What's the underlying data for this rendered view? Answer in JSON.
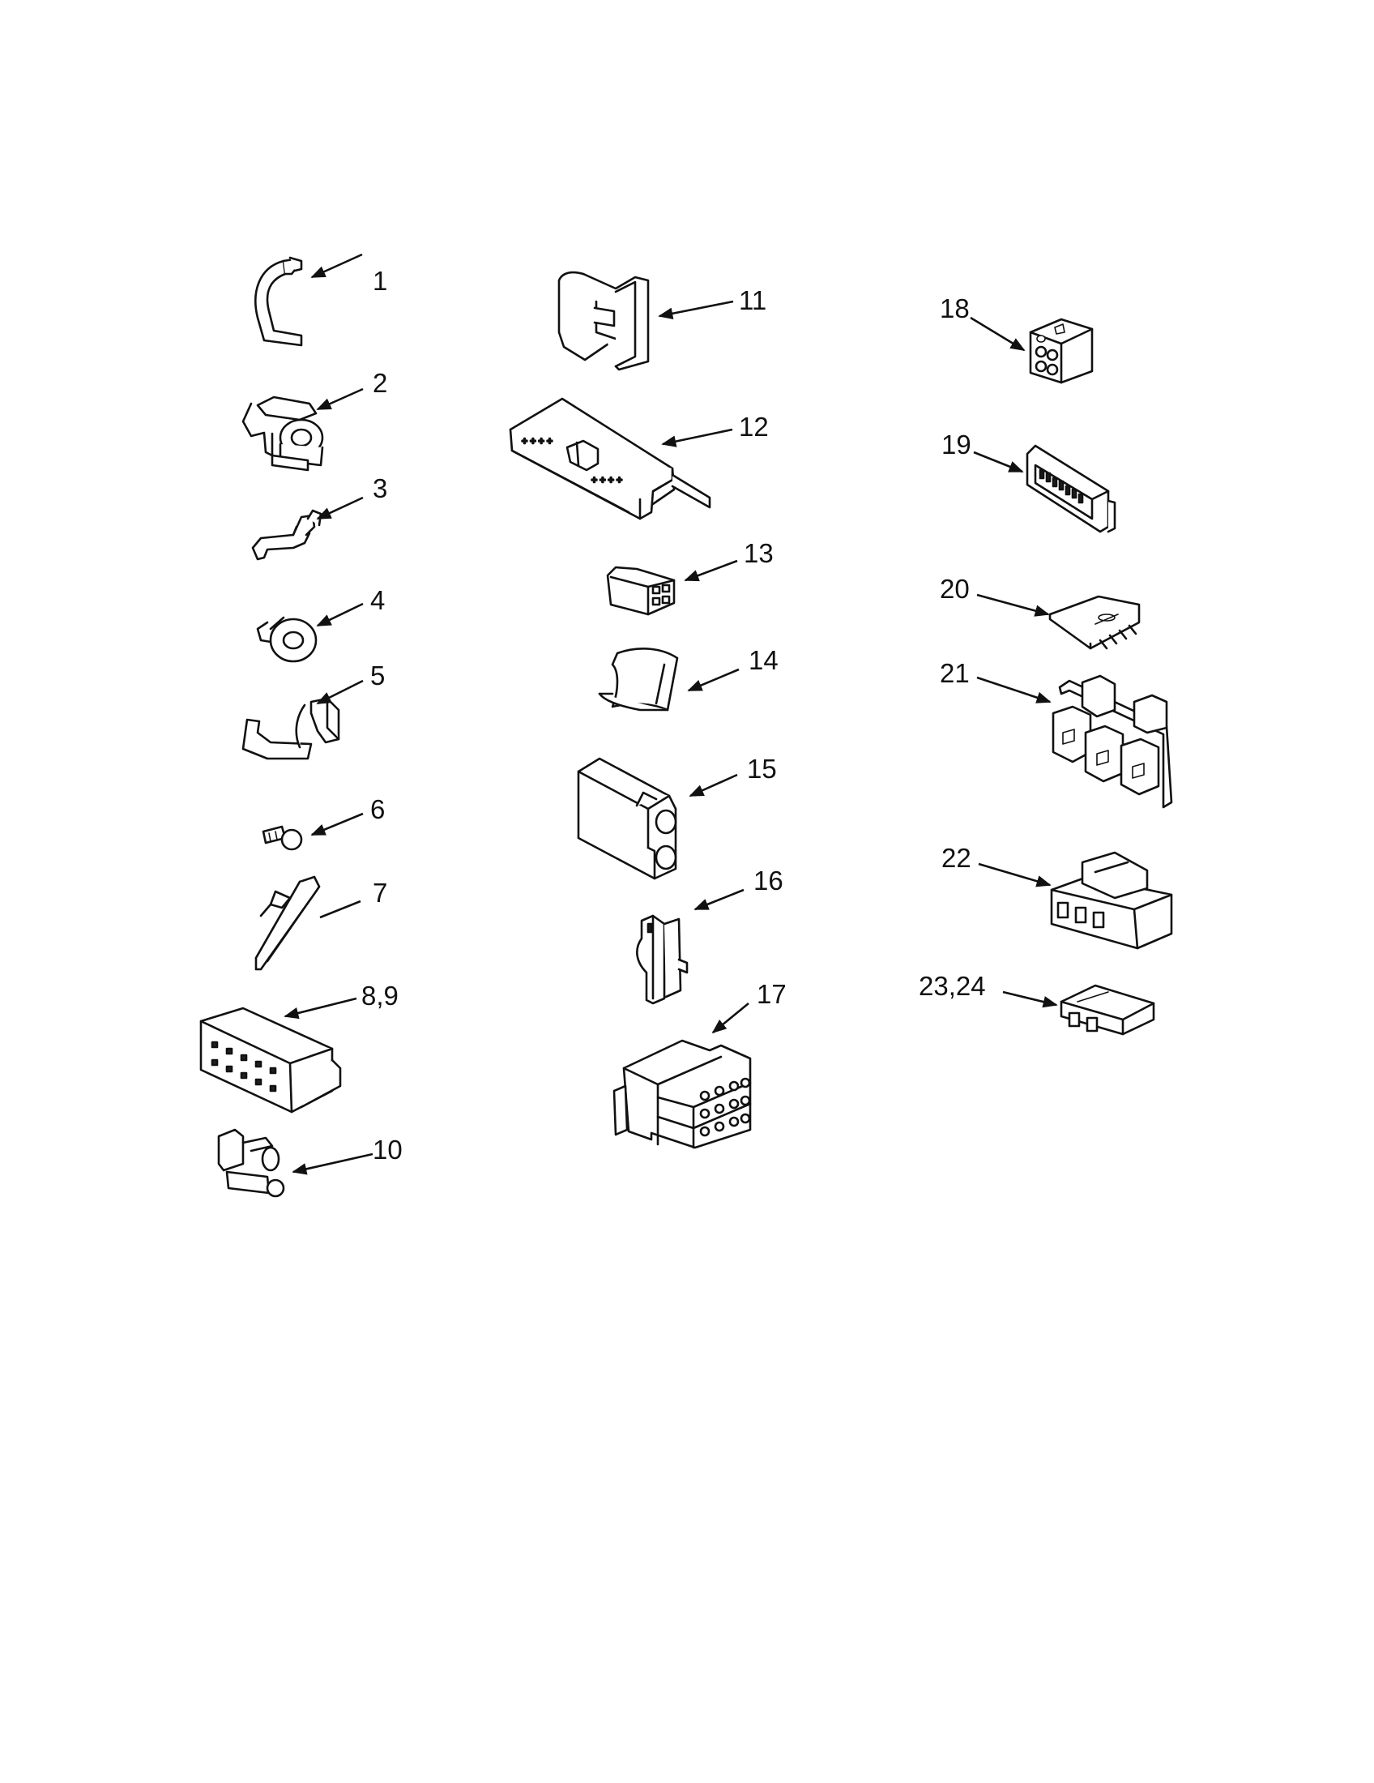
{
  "diagram": {
    "line_color": "#111111",
    "background": "#ffffff",
    "callouts": [
      {
        "id": "c1",
        "label": "1"
      },
      {
        "id": "c2",
        "label": "2"
      },
      {
        "id": "c3",
        "label": "3"
      },
      {
        "id": "c4",
        "label": "4"
      },
      {
        "id": "c5",
        "label": "5"
      },
      {
        "id": "c6",
        "label": "6"
      },
      {
        "id": "c7",
        "label": "7"
      },
      {
        "id": "c8",
        "label": "8,9"
      },
      {
        "id": "c10",
        "label": "10"
      },
      {
        "id": "c11",
        "label": "11"
      },
      {
        "id": "c12",
        "label": "12"
      },
      {
        "id": "c13",
        "label": "13"
      },
      {
        "id": "c14",
        "label": "14"
      },
      {
        "id": "c15",
        "label": "15"
      },
      {
        "id": "c16",
        "label": "16"
      },
      {
        "id": "c17",
        "label": "17"
      },
      {
        "id": "c18",
        "label": "18"
      },
      {
        "id": "c19",
        "label": "19"
      },
      {
        "id": "c20",
        "label": "20"
      },
      {
        "id": "c21",
        "label": "21"
      },
      {
        "id": "c22",
        "label": "22"
      },
      {
        "id": "c23",
        "label": "23,24"
      }
    ]
  }
}
